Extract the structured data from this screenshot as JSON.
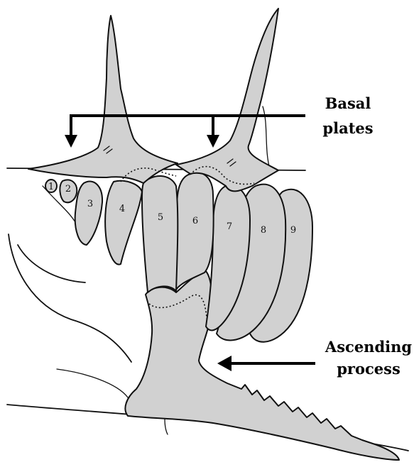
{
  "labels": {
    "basal_line1": "Basal",
    "basal_line2": "plates",
    "ascending_line1": "Ascending",
    "ascending_line2": "process"
  },
  "element_numbers": [
    "1",
    "2",
    "3",
    "4",
    "5",
    "6",
    "7",
    "8",
    "9"
  ],
  "colors": {
    "bone_fill": "#d1d1d1",
    "stroke": "#111111",
    "background": "#ffffff"
  }
}
